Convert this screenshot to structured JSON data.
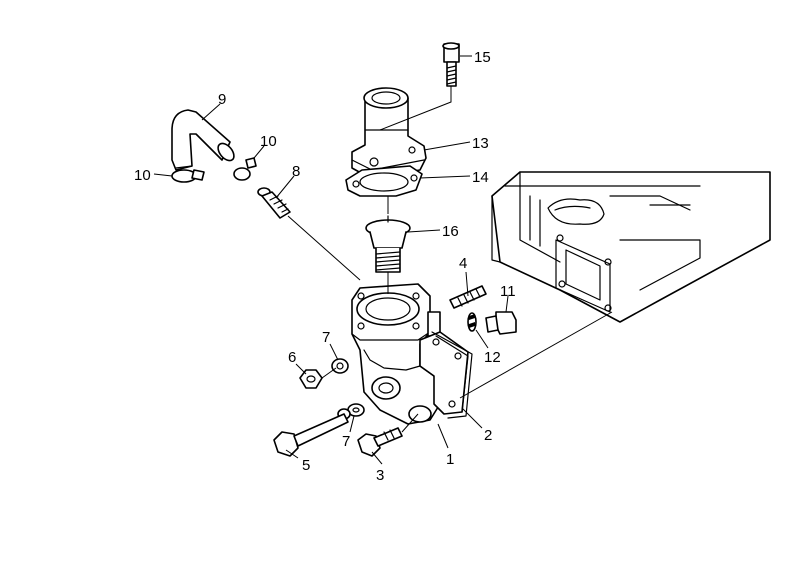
{
  "diagram": {
    "callouts": {
      "c1": "1",
      "c2": "2",
      "c3": "3",
      "c4": "4",
      "c5": "5",
      "c6": "6",
      "c7a": "7",
      "c7b": "7",
      "c8": "8",
      "c9": "9",
      "c10a": "10",
      "c10b": "10",
      "c11": "11",
      "c12": "12",
      "c13": "13",
      "c14": "14",
      "c15": "15",
      "c16": "16"
    },
    "colors": {
      "ink": "#000000",
      "paper": "#ffffff"
    }
  }
}
